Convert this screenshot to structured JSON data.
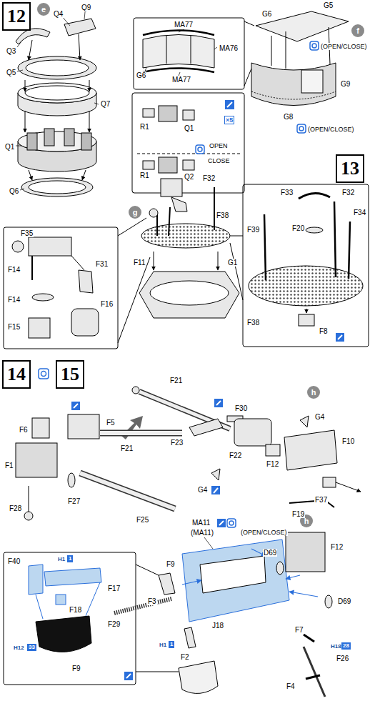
{
  "diagram": {
    "nodes": [
      {
        "text": [
          "12"
        ]
      },
      {
        "text": [
          "e"
        ]
      },
      {
        "text": [
          "f"
        ]
      },
      {
        "text": [
          "13"
        ]
      },
      {
        "text": [
          "g"
        ]
      },
      {
        "text": [
          "14"
        ]
      },
      {
        "text": [
          "15"
        ]
      },
      {
        "text": [
          "h"
        ]
      },
      {
        "text": [
          "h"
        ]
      }
    ],
    "labels": [
      "Q9",
      "Q4",
      "Q3",
      "Q5",
      "Q7",
      "Q1",
      "Q6",
      "MA77",
      "MA76",
      "G6",
      "MA77",
      "R1",
      "Q1",
      "×5",
      "OPEN",
      "CLOSE",
      "R1",
      "Q2",
      "G6",
      "G5",
      "(OPEN/CLOSE)",
      "G9",
      "(OPEN/CLOSE)",
      "G8",
      "F32",
      "F38",
      "F11",
      "G1",
      "F35",
      "F14",
      "F31",
      "F14",
      "F15",
      "F16",
      "F33",
      "F32",
      "F20",
      "F34",
      "F39",
      "F38",
      "F8",
      "F21",
      "F30",
      "G4",
      "F23",
      "F22",
      "F12",
      "G4",
      "F10",
      "F37",
      "F19",
      "F6",
      "F5",
      "F1",
      "F21",
      "F28",
      "F27",
      "F25",
      "MA11",
      "(MA11)",
      "(OPEN/CLOSE)",
      "D69",
      "F12",
      "D69",
      "F9",
      "F3",
      "J18",
      "F29",
      "F7",
      "H1",
      "1",
      "F2",
      "H18",
      "28",
      "F26",
      "F4",
      "F40",
      "H1",
      "1",
      "F17",
      "F18",
      "H12",
      "33",
      "F9"
    ]
  }
}
